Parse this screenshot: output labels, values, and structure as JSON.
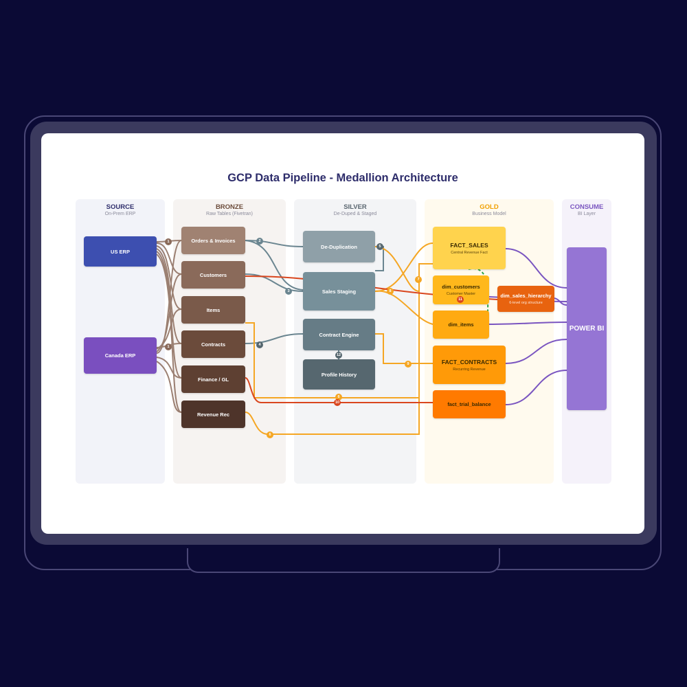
{
  "title": "GCP Data Pipeline - Medallion Architecture",
  "lanes": {
    "source": {
      "title": "SOURCE",
      "subtitle": "On-Prem ERP",
      "color": "#2e2d6b"
    },
    "bronze": {
      "title": "BRONZE",
      "subtitle": "Raw Tables (Fivetran)",
      "color": "#6b4b3a"
    },
    "silver": {
      "title": "SILVER",
      "subtitle": "De-Duped & Staged",
      "color": "#5a6670"
    },
    "gold": {
      "title": "GOLD",
      "subtitle": "Business Model",
      "color": "#f0a000"
    },
    "consume": {
      "title": "CONSUME",
      "subtitle": "BI Layer",
      "color": "#7a55c0"
    }
  },
  "nodes": {
    "us_erp": {
      "label": "US ERP"
    },
    "canada_erp": {
      "label": "Canada ERP"
    },
    "orders": {
      "label": "Orders & Invoices"
    },
    "customers": {
      "label": "Customers"
    },
    "items": {
      "label": "Items"
    },
    "contracts": {
      "label": "Contracts"
    },
    "finance": {
      "label": "Finance / GL"
    },
    "revenue": {
      "label": "Revenue Rec"
    },
    "dedup": {
      "label": "De-Duplication"
    },
    "sales_staging": {
      "label": "Sales Staging"
    },
    "contract_engine": {
      "label": "Contract Engine"
    },
    "profile_history": {
      "label": "Profile History"
    },
    "fact_sales": {
      "label": "FACT_SALES",
      "sub": "Central Revenue Fact"
    },
    "dim_customers": {
      "label": "dim_customers",
      "sub": "Customer Master"
    },
    "dim_sales_hierarchy": {
      "label": "dim_sales_hierarchy",
      "sub": "6-level org structure"
    },
    "dim_items": {
      "label": "dim_items"
    },
    "fact_contracts": {
      "label": "FACT_CONTRACTS",
      "sub": "Recurring Revenue"
    },
    "fact_trial_balance": {
      "label": "fact_trial_balance"
    },
    "power_bi": {
      "label": "POWER BI"
    }
  },
  "badges": [
    "1",
    "1",
    "2",
    "3",
    "4",
    "5",
    "6",
    "7",
    "8",
    "9",
    "10",
    "11",
    "12",
    "6"
  ],
  "colors": {
    "bronze_link": "#8a6a5a",
    "silver_link": "#6a8590",
    "gold_link": "#f5a623",
    "red_link": "#d9461e",
    "purple_link": "#7a55c0"
  }
}
